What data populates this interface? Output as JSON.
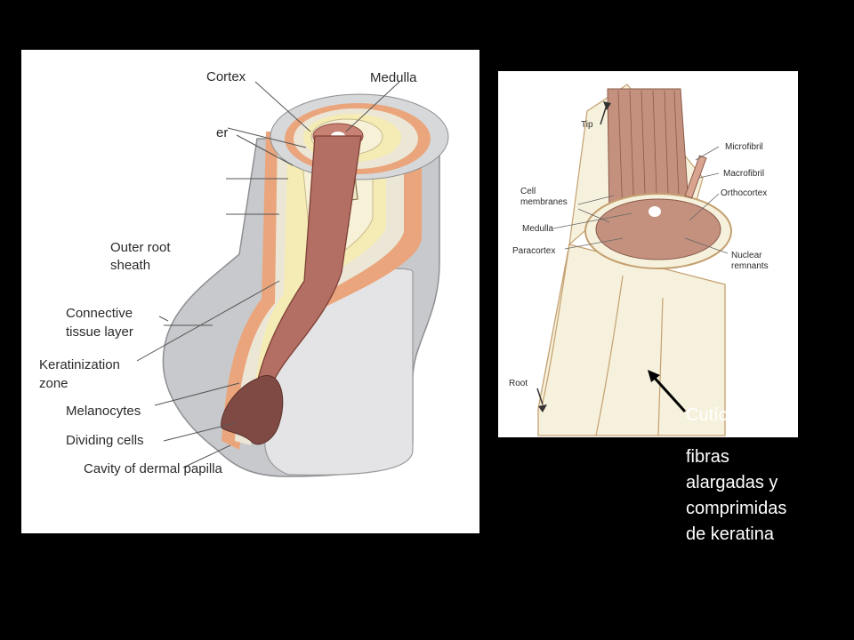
{
  "left_diagram": {
    "labels": {
      "cortex": "Cortex",
      "medulla": "Medulla",
      "layer_partial": "er",
      "outer_root_sheath_1": "Outer root",
      "outer_root_sheath_2": "sheath",
      "connective_1": "Connective",
      "connective_2": "tissue layer",
      "keratinization_1": "Keratinization",
      "keratinization_2": "zone",
      "melanocytes": "Melanocytes",
      "dividing_cells": "Dividing cells",
      "cavity": "Cavity of dermal papilla"
    }
  },
  "right_diagram": {
    "labels": {
      "tip": "Tip",
      "microfibril": "Microfibril",
      "macrofibril": "Macrofibril",
      "orthocortex": "Orthocortex",
      "cell_membranes_1": "Cell",
      "cell_membranes_2": "membranes",
      "medulla": "Medulla",
      "paracortex": "Paracortex",
      "nuclear_1": "Nuclear",
      "nuclear_2": "remnants",
      "root": "Root"
    }
  },
  "caption": {
    "title": "Cutícula:",
    "lines": [
      "fibras",
      "alargadas y",
      "comprimidas",
      "de keratina"
    ]
  },
  "colors": {
    "background": "#000000",
    "panel": "#ffffff",
    "hair_shaft": "#b36f63",
    "outer_gray": "#c8c9cc",
    "orange_layer": "#eaa57c",
    "yellow_layer": "#f4ecb4",
    "cream_layer": "#f6f1d7",
    "fiber_brown": "#c4917f"
  }
}
